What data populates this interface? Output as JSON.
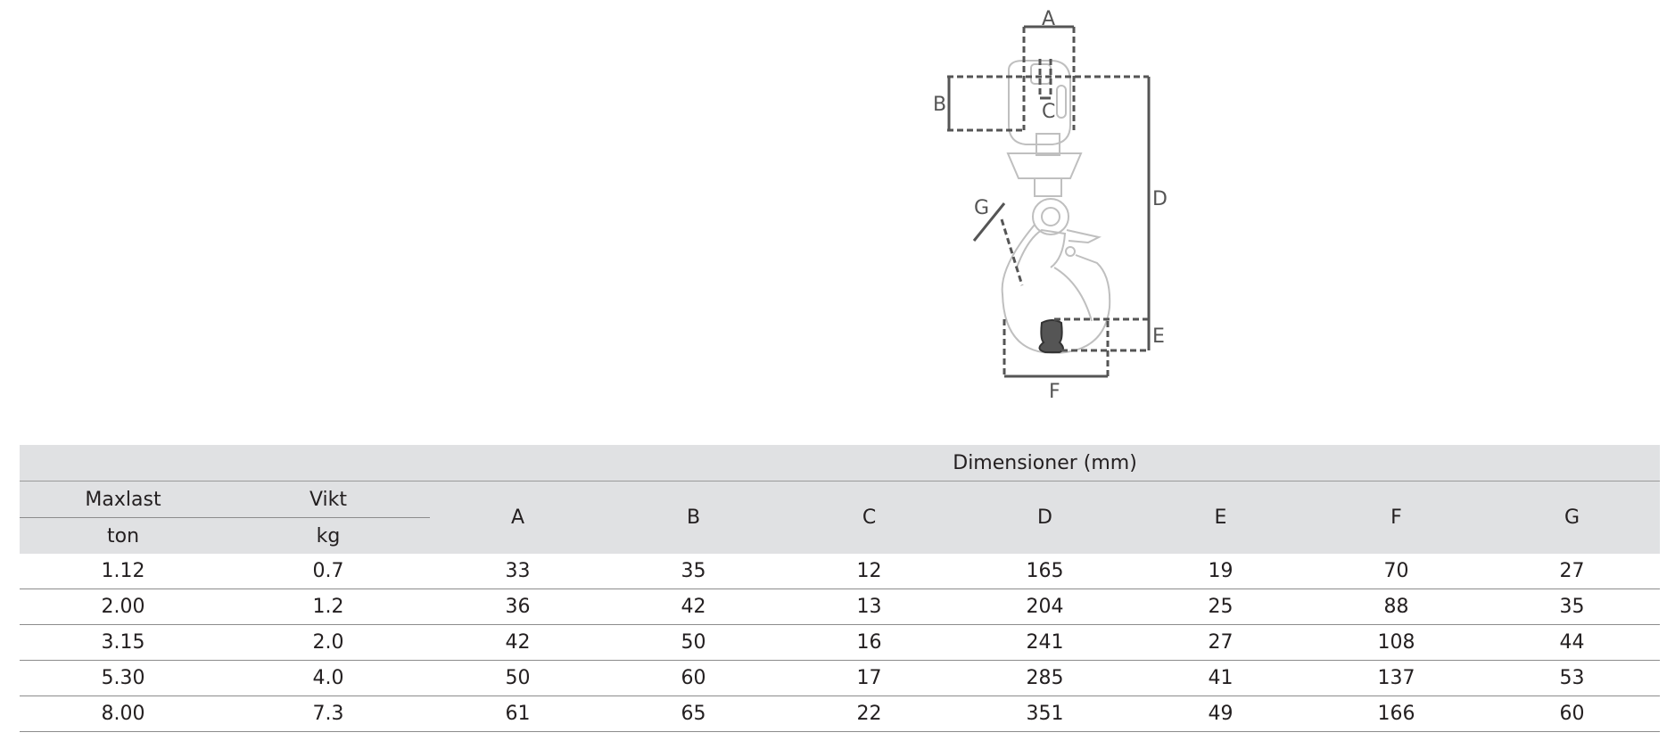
{
  "diagram": {
    "labels": {
      "A": "A",
      "B": "B",
      "C": "C",
      "D": "D",
      "E": "E",
      "F": "F",
      "G": "G"
    }
  },
  "table": {
    "group_header": "Dimensioner (mm)",
    "columns": [
      {
        "name": "Maxlast",
        "unit": "ton"
      },
      {
        "name": "Vikt",
        "unit": "kg"
      }
    ],
    "dim_columns": [
      "A",
      "B",
      "C",
      "D",
      "E",
      "F",
      "G"
    ],
    "rows": [
      [
        "1.12",
        "0.7",
        "33",
        "35",
        "12",
        "165",
        "19",
        "70",
        "27"
      ],
      [
        "2.00",
        "1.2",
        "36",
        "42",
        "13",
        "204",
        "25",
        "88",
        "35"
      ],
      [
        "3.15",
        "2.0",
        "42",
        "50",
        "16",
        "241",
        "27",
        "108",
        "44"
      ],
      [
        "5.30",
        "4.0",
        "50",
        "60",
        "17",
        "285",
        "41",
        "137",
        "53"
      ],
      [
        "8.00",
        "7.3",
        "61",
        "65",
        "22",
        "351",
        "49",
        "166",
        "60"
      ]
    ]
  }
}
